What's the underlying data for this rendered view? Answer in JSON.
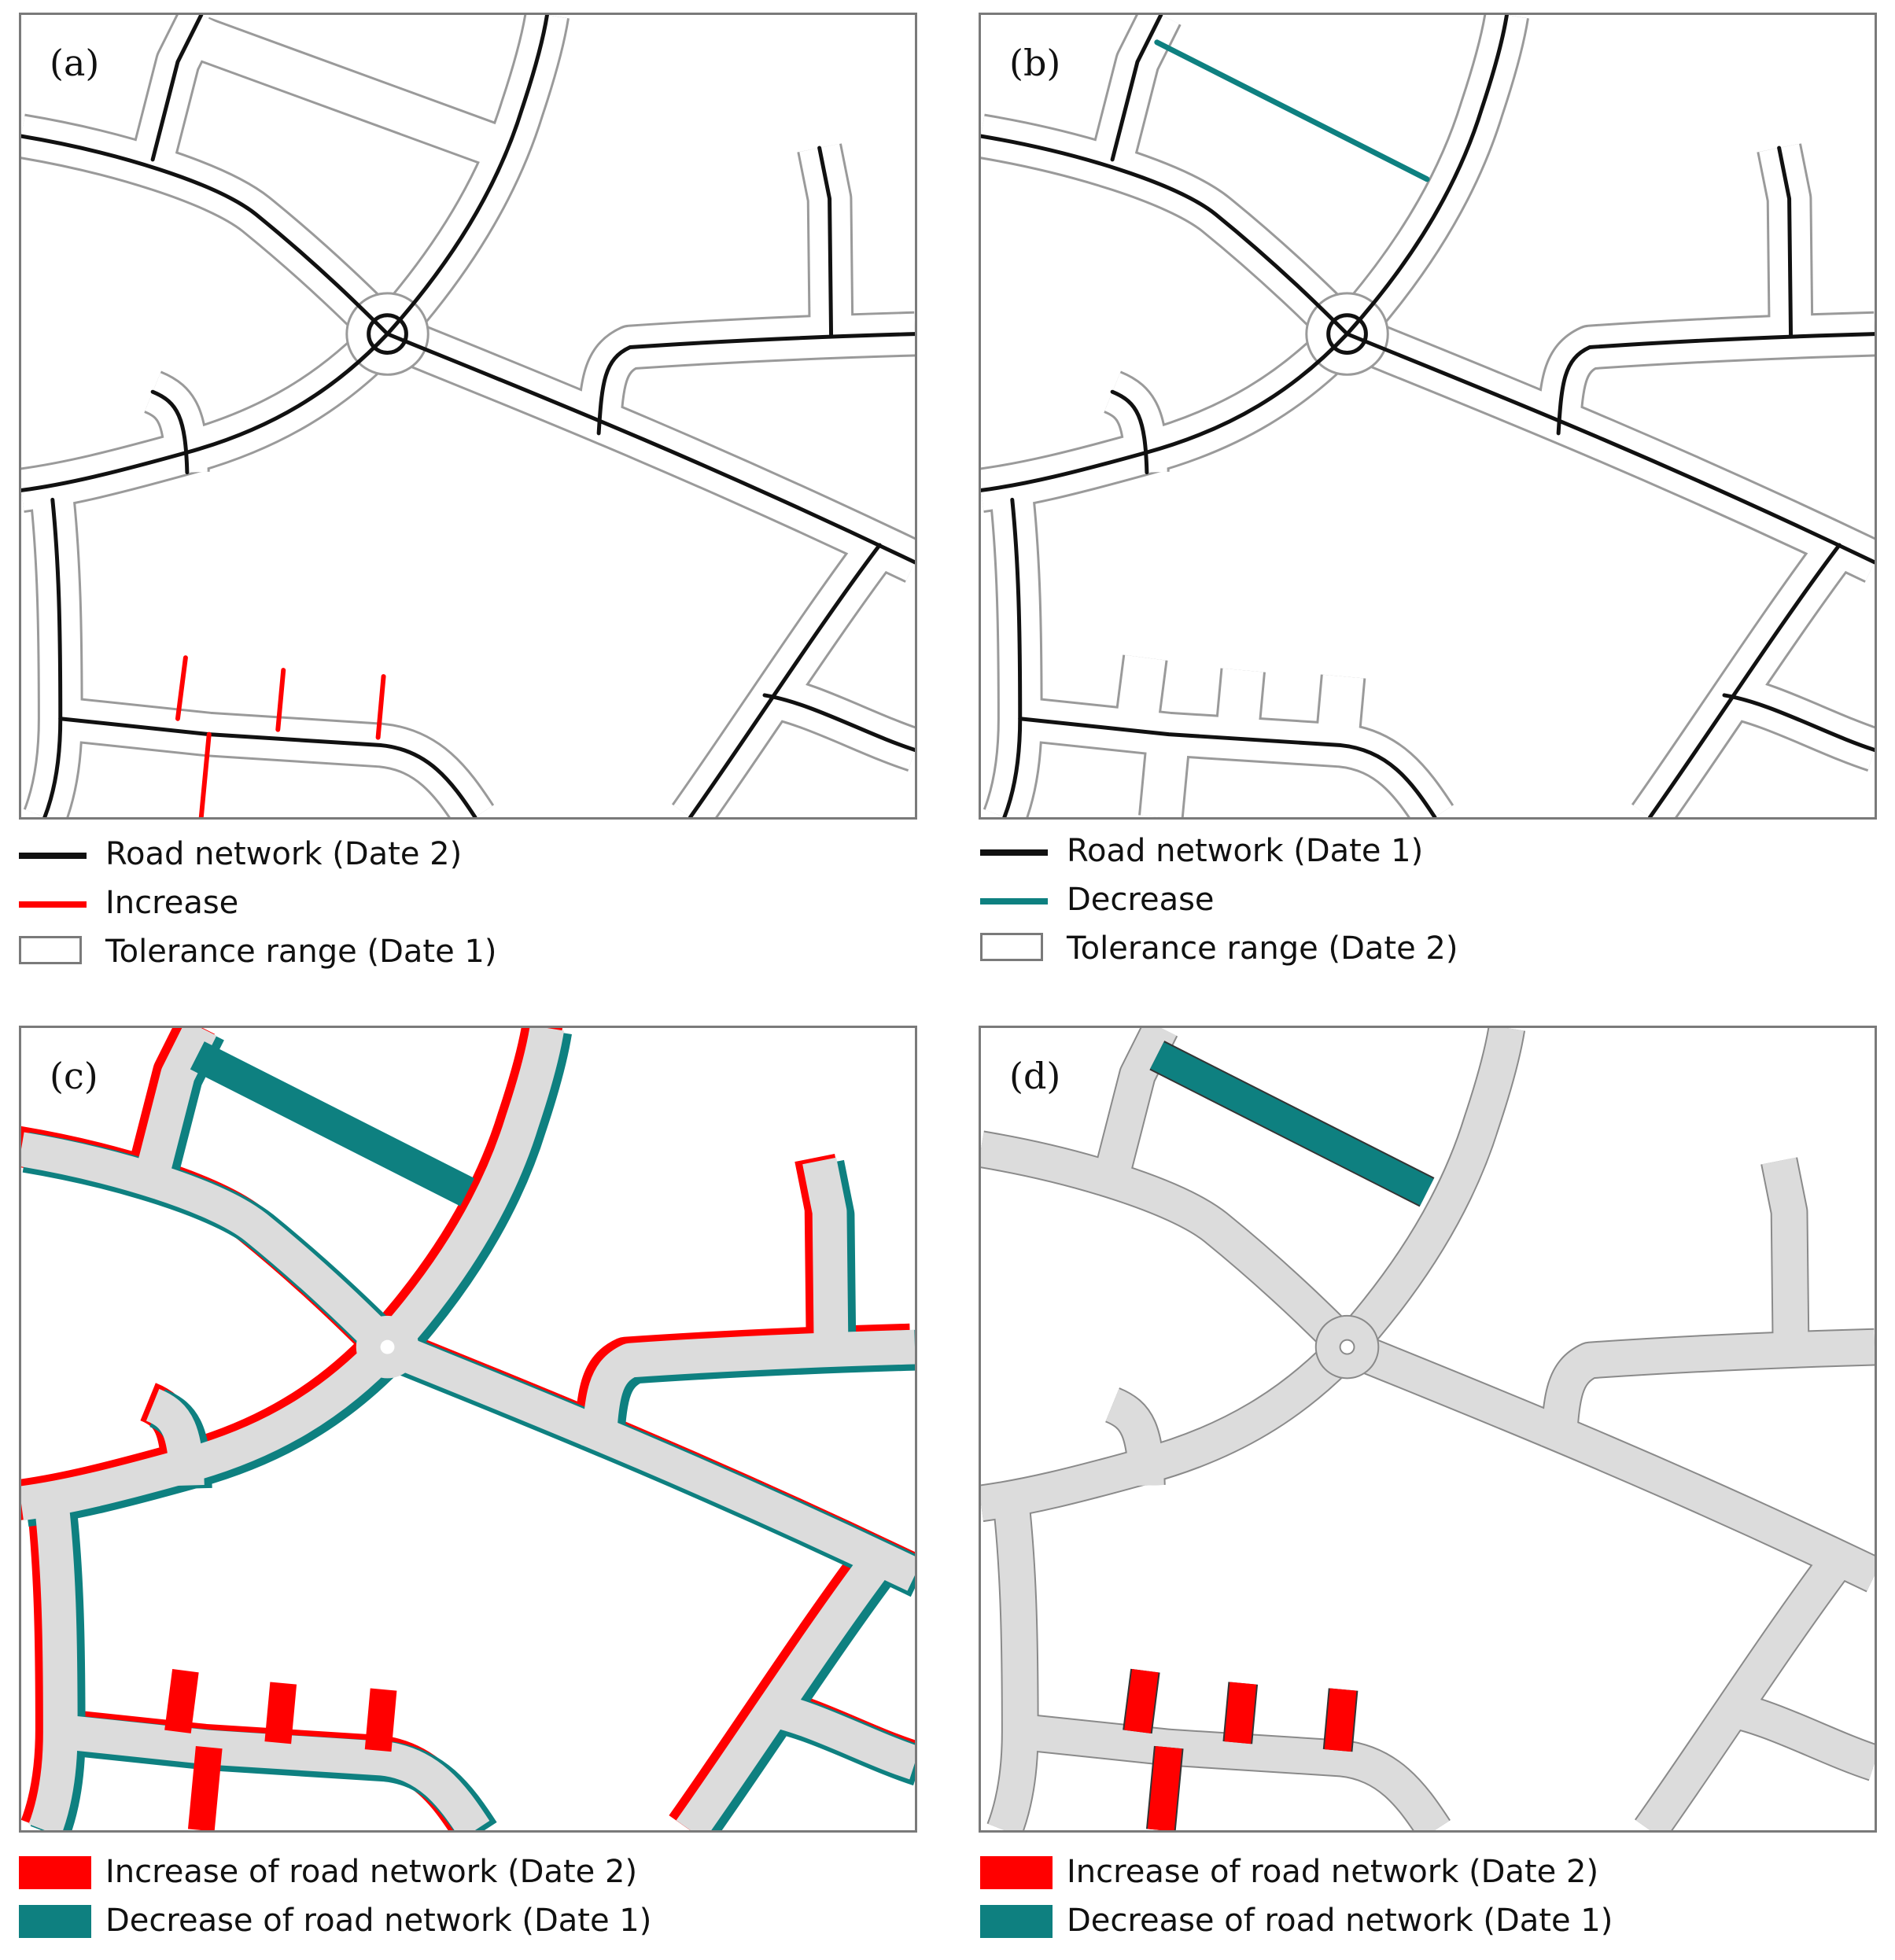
{
  "colors": {
    "road": "#111111",
    "increase": "#ff0000",
    "decrease": "#0e8080",
    "tolerance_outline": "#9a9a9a",
    "buffer_fill": "#dcdcdc",
    "frame": "#7a7a7a"
  },
  "panels": [
    {
      "id": "a",
      "label": "(a)",
      "legend": [
        {
          "symbol": "line",
          "color": "#111111",
          "text": "Road network (Date 2)"
        },
        {
          "symbol": "line",
          "color": "#ff0000",
          "text": "Increase"
        },
        {
          "symbol": "box",
          "color": "#ffffff",
          "text": "Tolerance range (Date 1)"
        }
      ]
    },
    {
      "id": "b",
      "label": "(b)",
      "legend": [
        {
          "symbol": "line",
          "color": "#111111",
          "text": "Road network (Date 1)"
        },
        {
          "symbol": "line",
          "color": "#0e8080",
          "text": "Decrease"
        },
        {
          "symbol": "box",
          "color": "#ffffff",
          "text": "Tolerance range (Date 2)"
        }
      ]
    },
    {
      "id": "c",
      "label": "(c)",
      "legend": [
        {
          "symbol": "fill",
          "color": "#ff0000",
          "text": "Increase of road network (Date 2)"
        },
        {
          "symbol": "fill",
          "color": "#0e8080",
          "text": "Decrease of road network (Date 1)"
        }
      ]
    },
    {
      "id": "d",
      "label": "(d)",
      "legend": [
        {
          "symbol": "fill",
          "color": "#ff0000",
          "text": "Increase of road network (Date 2)"
        },
        {
          "symbol": "fill",
          "color": "#0e8080",
          "text": "Decrease of road network (Date 1)"
        }
      ]
    }
  ]
}
